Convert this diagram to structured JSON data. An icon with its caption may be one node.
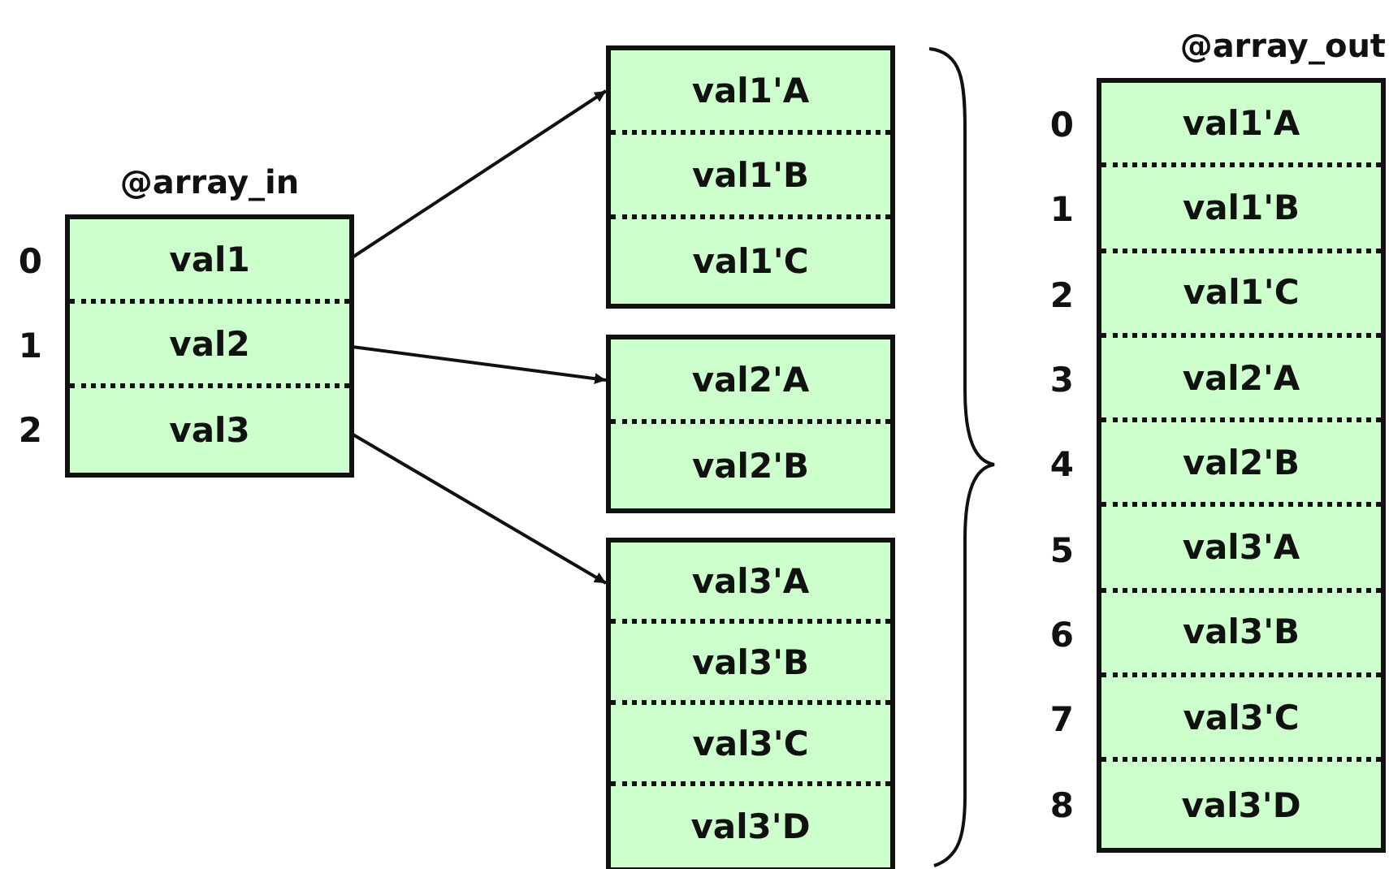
{
  "diagram": {
    "nodes": [
      {
        "text": [
          "@array_in"
        ]
      },
      {
        "text": [
          "val1"
        ],
        "in": 0,
        "beside": [
          "0"
        ]
      },
      {
        "text": [
          "val2"
        ],
        "in": 0,
        "beside": [
          "1"
        ]
      },
      {
        "text": [
          "val3"
        ],
        "in": 0,
        "beside": [
          "2"
        ]
      },
      {
        "text": [],
        "shape": "box"
      },
      {
        "text": [
          "val1'A"
        ],
        "in": 4
      },
      {
        "text": [
          "val1'B"
        ],
        "in": 4
      },
      {
        "text": [
          "val1'C"
        ],
        "in": 4
      },
      {
        "text": [],
        "shape": "box"
      },
      {
        "text": [
          "val2'A"
        ],
        "in": 8
      },
      {
        "text": [
          "val2'B"
        ],
        "in": 8
      },
      {
        "text": [],
        "shape": "box"
      },
      {
        "text": [
          "val3'A"
        ],
        "in": 11
      },
      {
        "text": [
          "val3'B"
        ],
        "in": 11
      },
      {
        "text": [
          "val3'C"
        ],
        "in": 11
      },
      {
        "text": [
          "val3'D"
        ],
        "in": 11
      },
      {
        "text": [
          "@array_out"
        ]
      },
      {
        "text": [
          "val1'A"
        ],
        "in": 16,
        "beside": [
          "0"
        ]
      },
      {
        "text": [
          "val1'B"
        ],
        "in": 16,
        "beside": [
          "1"
        ]
      },
      {
        "text": [
          "val1'C"
        ],
        "in": 16,
        "beside": [
          "2"
        ]
      },
      {
        "text": [
          "val2'A"
        ],
        "in": 16,
        "beside": [
          "3"
        ]
      },
      {
        "text": [
          "val2'B"
        ],
        "in": 16,
        "beside": [
          "4"
        ]
      },
      {
        "text": [
          "val3'A"
        ],
        "in": 16,
        "beside": [
          "5"
        ]
      },
      {
        "text": [
          "val3'B"
        ],
        "in": 16,
        "beside": [
          "6"
        ]
      },
      {
        "text": [
          "val3'C"
        ],
        "in": 16,
        "beside": [
          "7"
        ]
      },
      {
        "text": [
          "val3'D"
        ],
        "in": 16,
        "beside": [
          "8"
        ]
      }
    ],
    "edges": [
      {
        "from": 1,
        "to": 4,
        "arrow": "to"
      },
      {
        "from": 2,
        "to": 8,
        "arrow": "to"
      },
      {
        "from": 3,
        "to": 11,
        "arrow": "to"
      }
    ]
  }
}
